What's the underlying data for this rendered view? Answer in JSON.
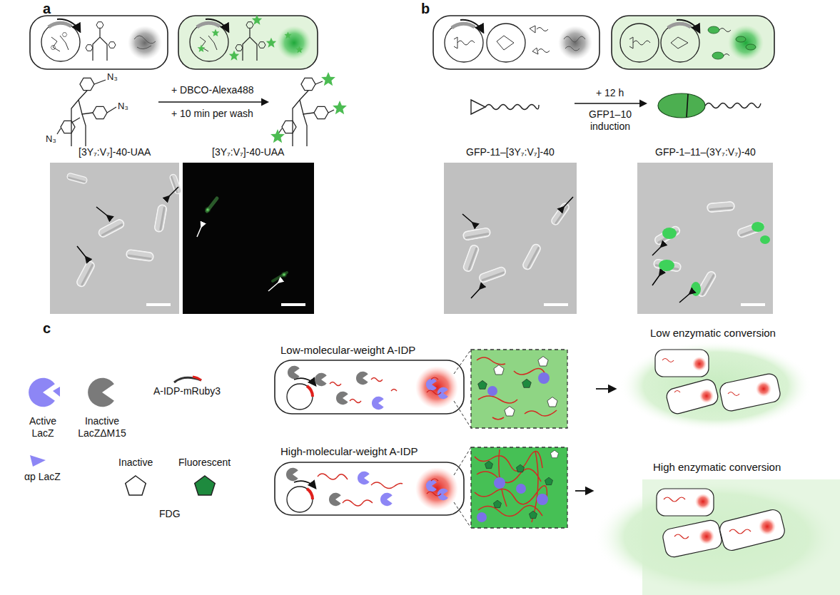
{
  "diagram": {
    "nodes": [
      {
        "text": [
          "[3Y₇:V₇]-40-UAA"
        ]
      },
      {
        "text": [
          "[3Y₇:V₇]-40-UAA"
        ]
      },
      {
        "text": [
          "GFP-11–[3Y₇:V₇]-40"
        ]
      },
      {
        "text": [
          "GFP-1–11–(3Y₇:V₇)-40"
        ]
      },
      {
        "text": [
          "Low-molecular-weight A-IDP"
        ]
      },
      {
        "text": [
          "Low enzymatic conversion"
        ]
      },
      {
        "text": [
          "High-molecular-weight A-IDP"
        ]
      },
      {
        "text": [
          "High enzymatic conversion"
        ]
      }
    ],
    "labels": [
      "a",
      "b",
      "c",
      "N₃",
      "N₃",
      "N₃",
      "+ DBCO-Alexa488",
      "+ 10 min per wash",
      "+ 12 h",
      "GFP1–10 induction",
      "FDG"
    ],
    "legend": [
      {
        "text": "Active LacZ"
      },
      {
        "text": "Inactive LacZΔM15"
      },
      {
        "text": "A-IDP-mRuby3"
      },
      {
        "text": "αp LacZ"
      },
      {
        "text": "Inactive"
      },
      {
        "text": "Fluorescent"
      }
    ]
  }
}
